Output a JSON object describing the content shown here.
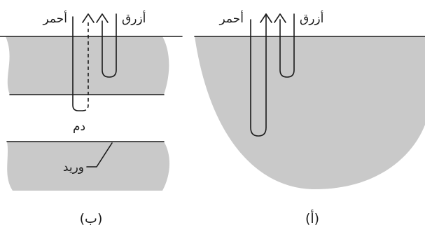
{
  "colors": {
    "tissue": "#c9c9c9",
    "line": "#1a1a1a",
    "background": "#ffffff"
  },
  "panel_a": {
    "label_red": "أحمر",
    "label_blue": "أزرق",
    "caption": "(أ)"
  },
  "panel_b": {
    "label_red": "أحمر",
    "label_blue": "أزرق",
    "label_blood": "دم",
    "label_vein": "وريد",
    "caption": "(ب)"
  }
}
